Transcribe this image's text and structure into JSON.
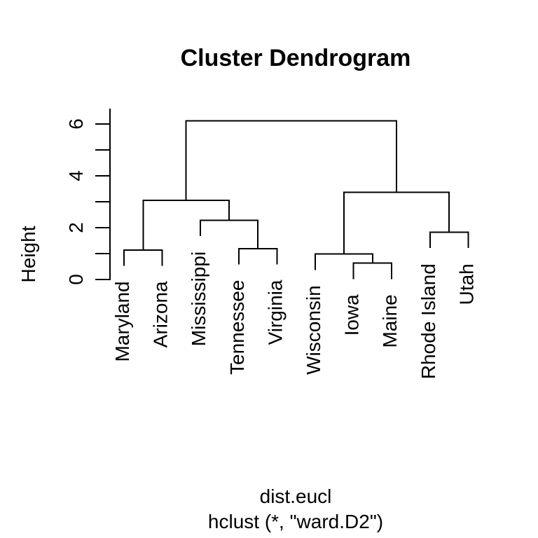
{
  "colors": {
    "background": "#ffffff",
    "line": "#000000",
    "text": "#000000"
  },
  "chart_data": {
    "type": "dendrogram",
    "title": "Cluster Dendrogram",
    "ylabel": "Height",
    "xlabel": "dist.eucl",
    "subtitle": "hclust (*, \"ward.D2\")",
    "grid": false,
    "legend": false,
    "ylim": [
      0,
      6.6
    ],
    "yticks": {
      "values": [
        0,
        1,
        2,
        3,
        4,
        5,
        6
      ],
      "labeled": [
        "0",
        "2",
        "4",
        "6"
      ]
    },
    "hang": 0.61,
    "leaves": [
      "Maryland",
      "Arizona",
      "Mississippi",
      "Tennessee",
      "Virginia",
      "Wisconsin",
      "Iowa",
      "Maine",
      "Rhode Island",
      "Utah"
    ],
    "merges": [
      {
        "id": "M0",
        "left": "Iowa",
        "right": "Maine",
        "height": 0.63
      },
      {
        "id": "M1",
        "left": "Wisconsin",
        "right": "M0",
        "height": 0.98
      },
      {
        "id": "M2",
        "left": "Maryland",
        "right": "Arizona",
        "height": 1.14
      },
      {
        "id": "M3",
        "left": "Tennessee",
        "right": "Virginia",
        "height": 1.19
      },
      {
        "id": "M4",
        "left": "Rhode Island",
        "right": "Utah",
        "height": 1.82
      },
      {
        "id": "M5",
        "left": "Mississippi",
        "right": "M3",
        "height": 2.29
      },
      {
        "id": "M6",
        "left": "M2",
        "right": "M5",
        "height": 3.06
      },
      {
        "id": "M7",
        "left": "M1",
        "right": "M4",
        "height": 3.37
      },
      {
        "id": "M8",
        "left": "M6",
        "right": "M7",
        "height": 6.12
      }
    ]
  }
}
